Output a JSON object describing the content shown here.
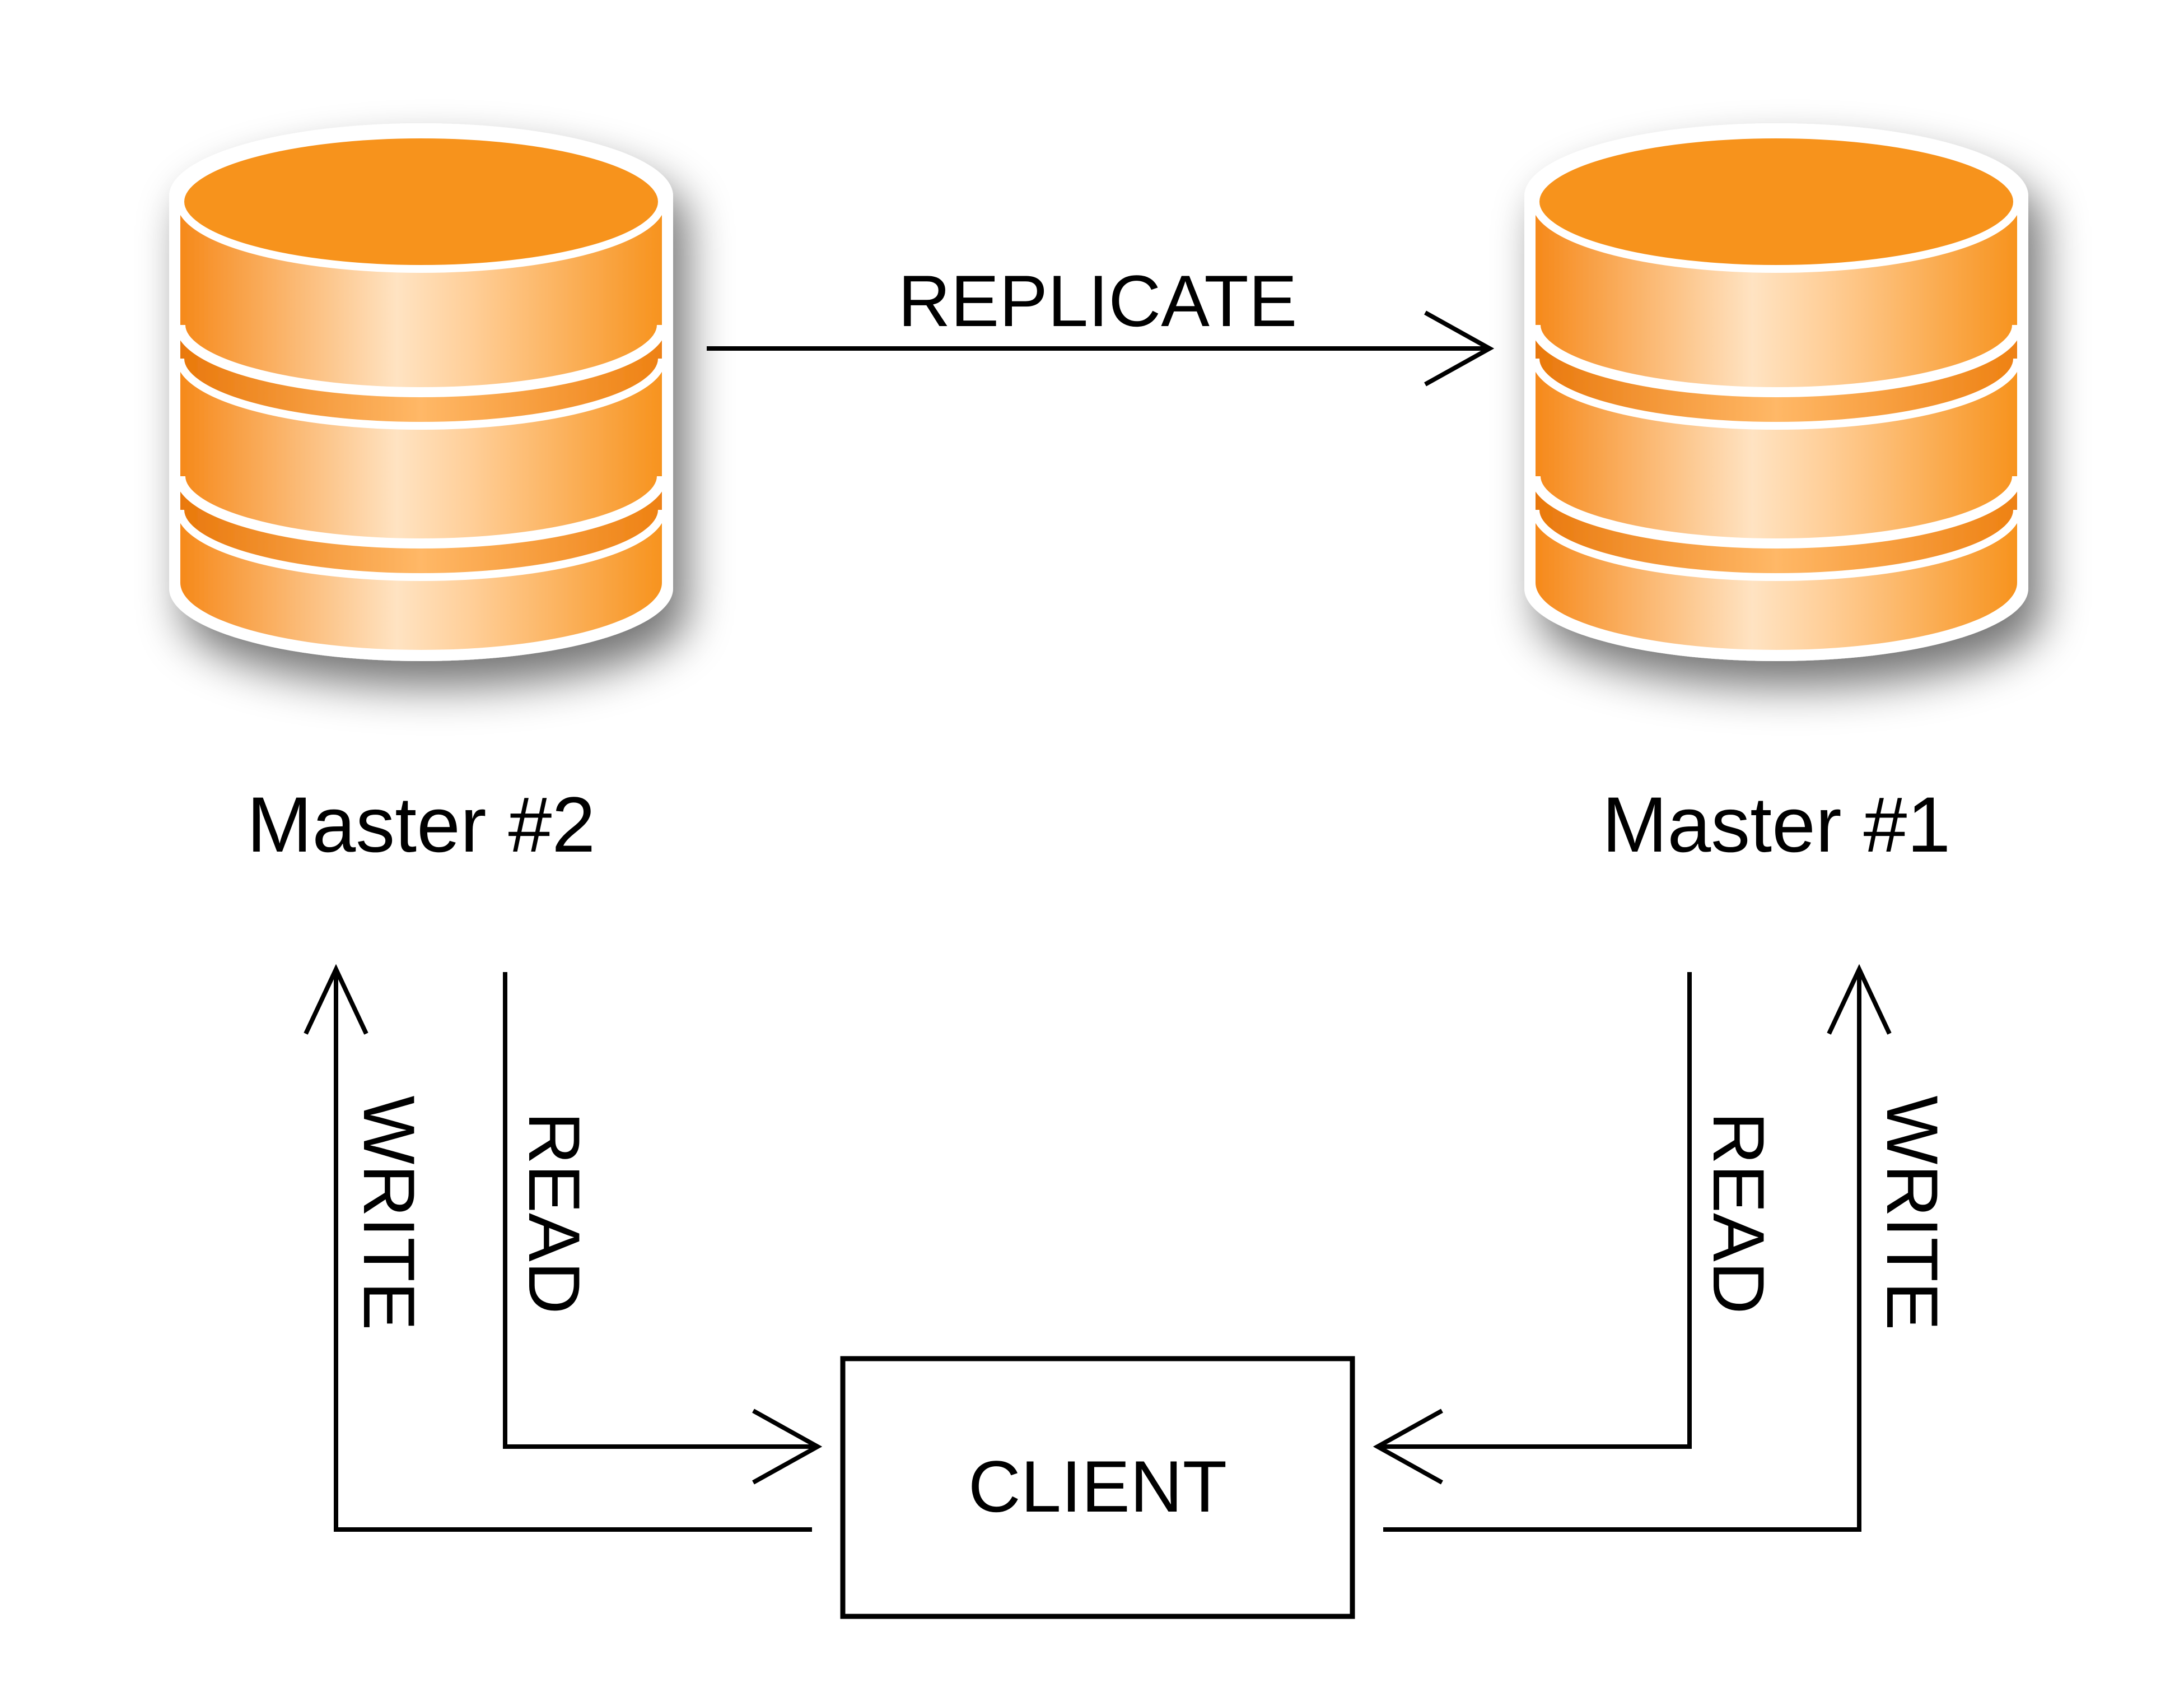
{
  "nodes": {
    "master2": {
      "label": "Master #2"
    },
    "master1": {
      "label": "Master #1"
    },
    "client": {
      "label": "CLIENT"
    }
  },
  "edges": {
    "replicate": {
      "label": "REPLICATE"
    },
    "write_left": {
      "label": "WRITE"
    },
    "read_left": {
      "label": "READ"
    },
    "read_right": {
      "label": "READ"
    },
    "write_right": {
      "label": "WRITE"
    }
  },
  "colors": {
    "db_fill": "#f7931e",
    "db_highlight": "#ffe8cc",
    "db_outline": "#ffffff",
    "line": "#000000"
  }
}
